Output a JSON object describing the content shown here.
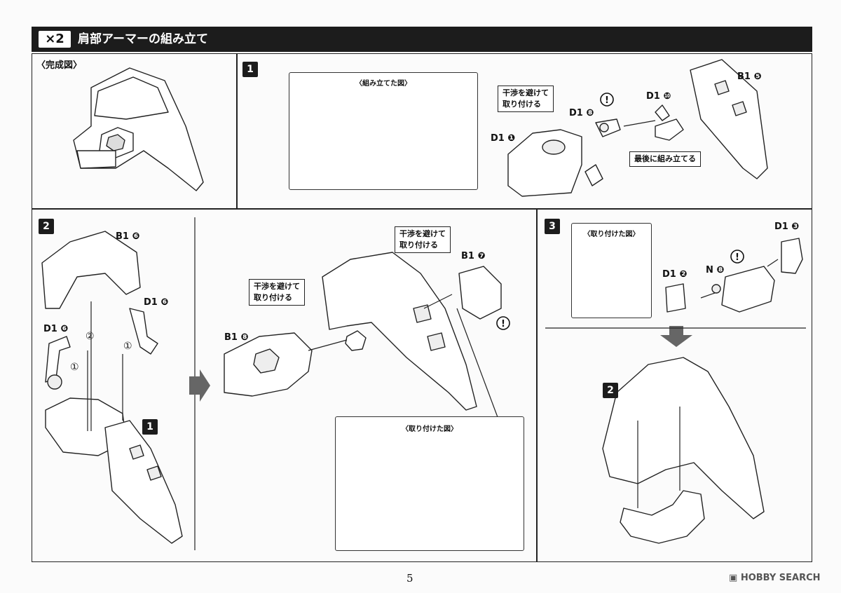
{
  "header": {
    "quantity": "×2",
    "title": "肩部アーマーの組み立て"
  },
  "completed": {
    "label": "〈完成図〉"
  },
  "step1": {
    "number": "1",
    "assembled_label": "〈組み立てた図〉",
    "note_avoid": "干渉を避けて\n取り付ける",
    "note_last": "最後に組み立てる",
    "parts": [
      "D1 ❶",
      "D1 ❽",
      "D1 ❿",
      "B1 ❺"
    ]
  },
  "step2": {
    "number": "2",
    "parts_left": [
      "B1 ❻",
      "D1 ❻",
      "D1 ❻"
    ],
    "ref_step": "1",
    "order_marks": [
      "②",
      "①",
      "①"
    ],
    "parts_right": [
      "B1 ❼",
      "B1 ❽"
    ],
    "note_avoid_1": "干渉を避けて\n取り付ける",
    "note_avoid_2": "干渉を避けて\n取り付ける",
    "attached_label": "〈取り付けた図〉"
  },
  "step3": {
    "number": "3",
    "attached_label": "〈取り付けた図〉",
    "parts": [
      "D1 ❸",
      "D1 ❷",
      "N ❽"
    ],
    "ref_step": "2"
  },
  "footer": {
    "page_number": "5",
    "watermark": "HOBBY SEARCH"
  },
  "colors": {
    "header_bg": "#1c1c1c",
    "page_bg": "#fbfbfb",
    "dark_part": "#444444"
  }
}
